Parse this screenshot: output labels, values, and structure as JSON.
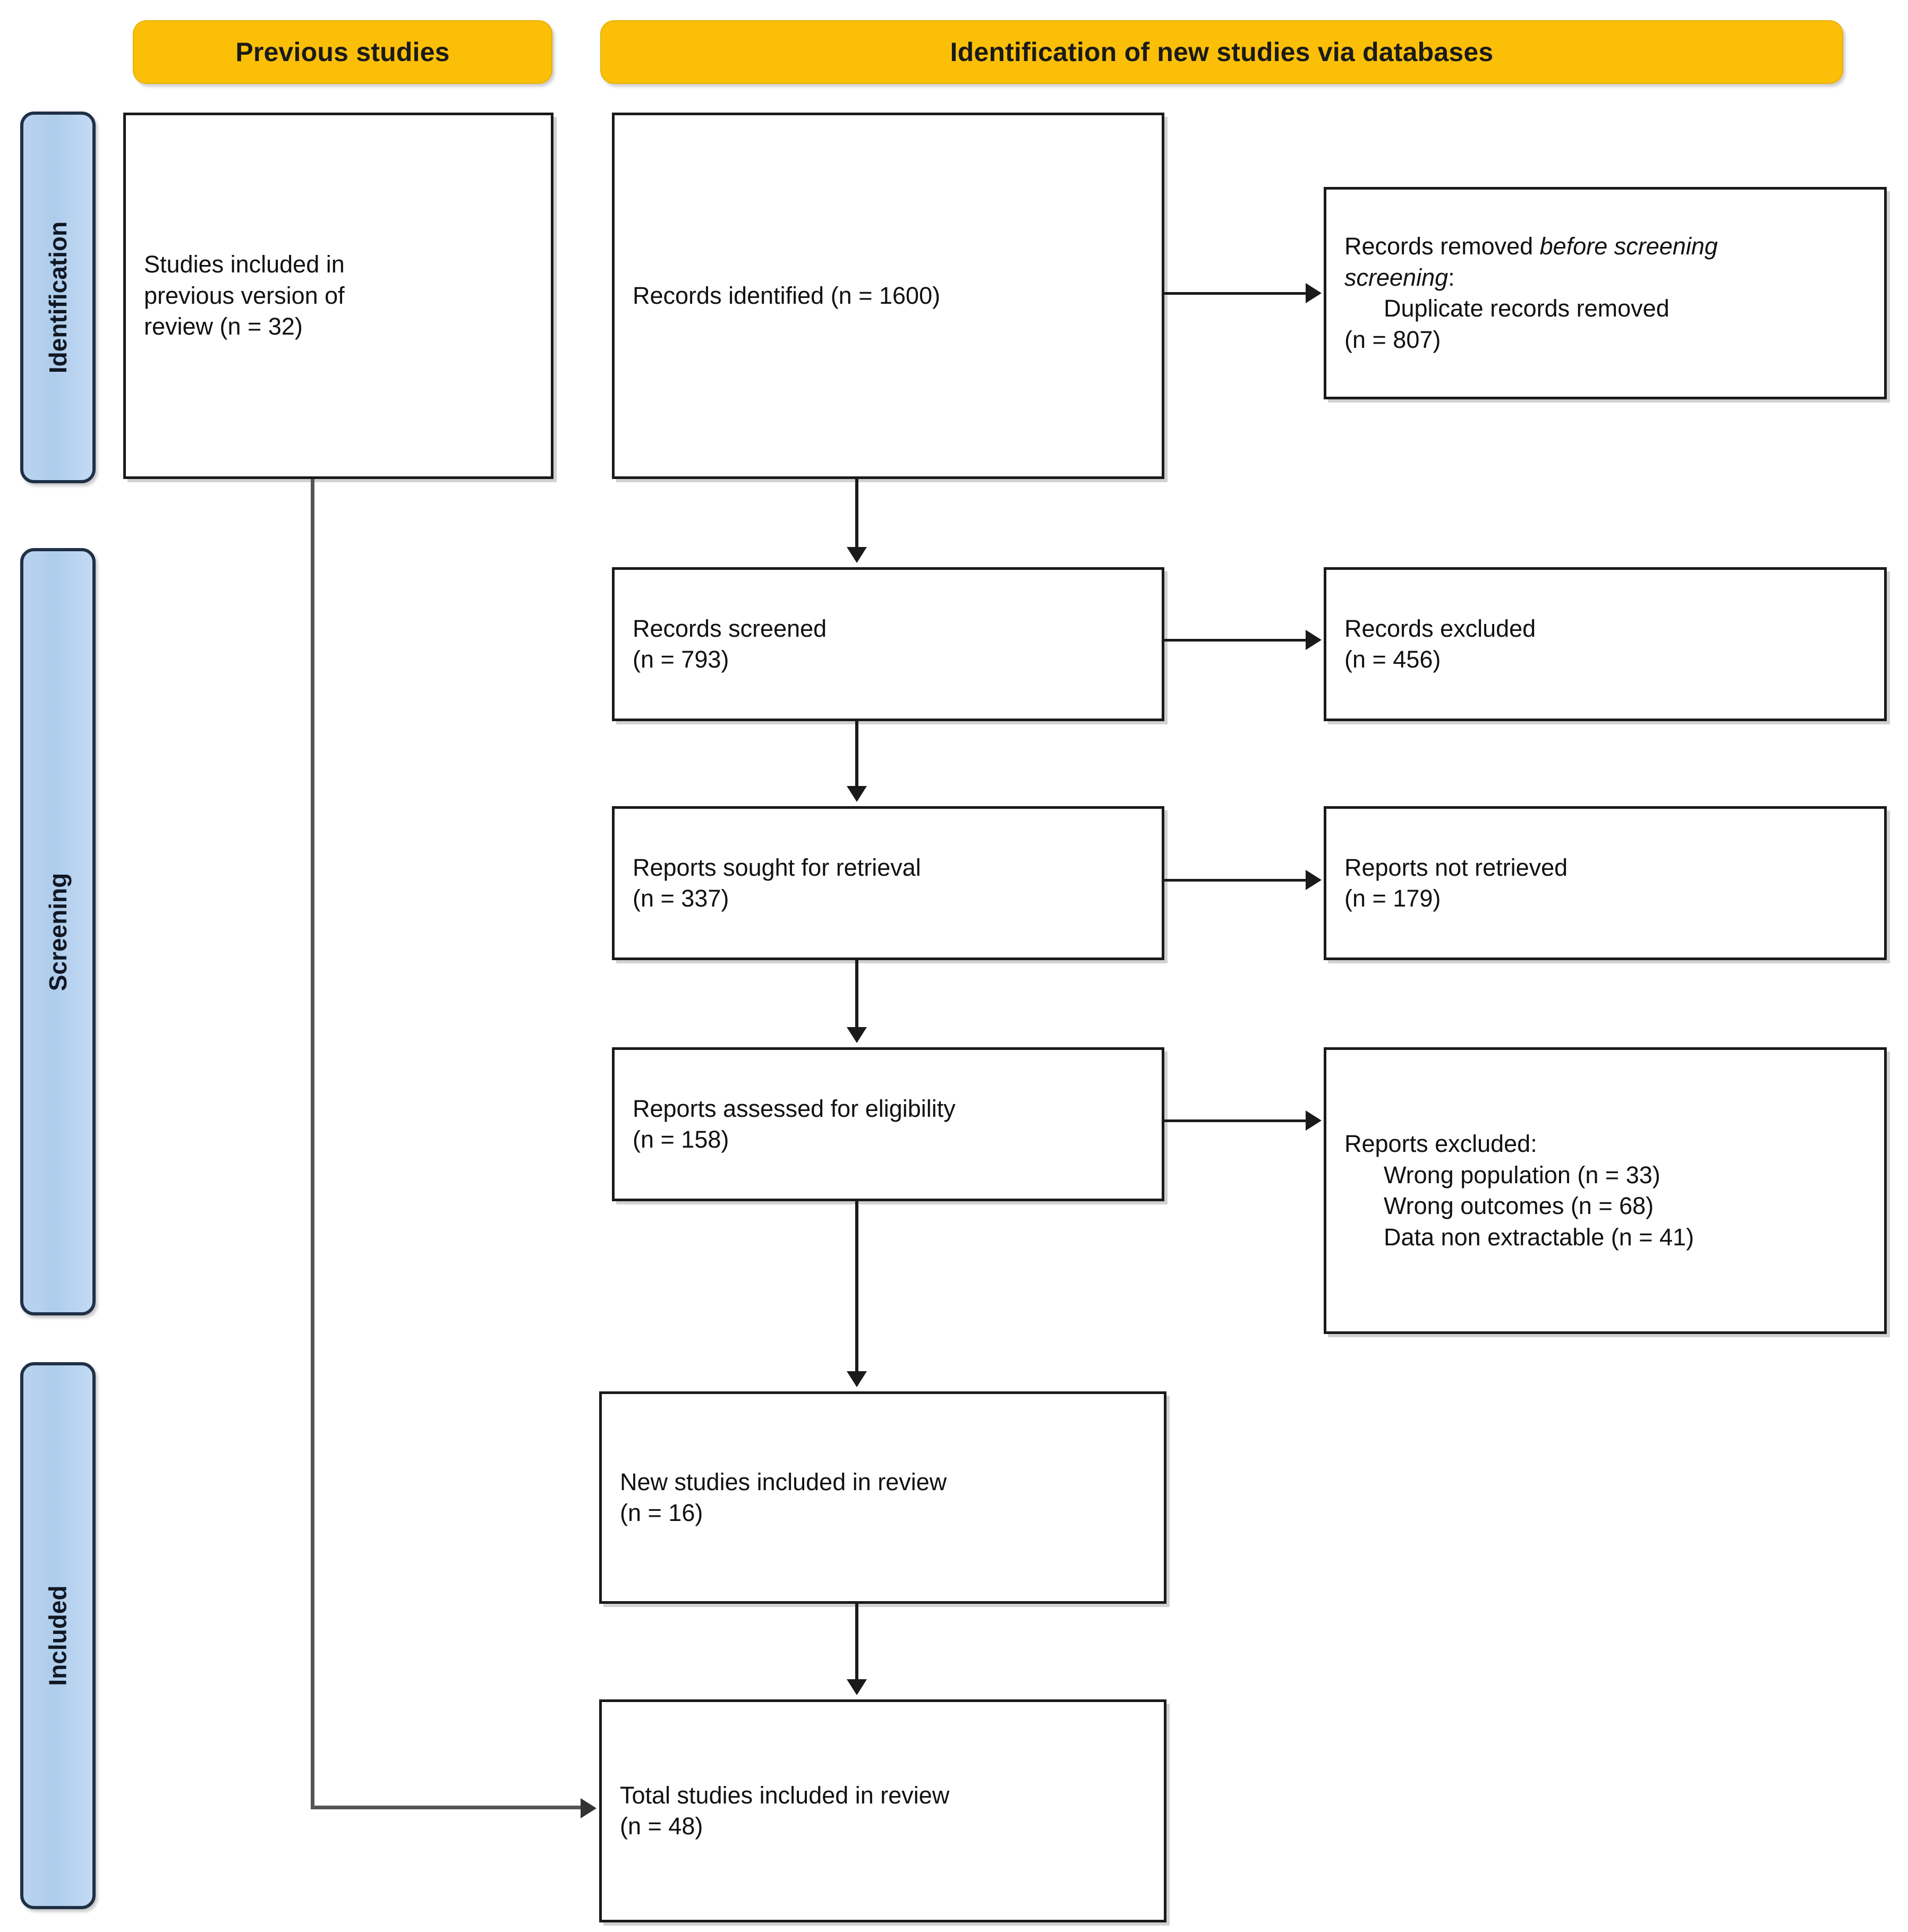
{
  "diagram": {
    "type": "PRISMA 2020 flow diagram (updated review)",
    "banners": [
      {
        "id": "previous-studies",
        "label": "Previous studies"
      },
      {
        "id": "identification-new",
        "label": "Identification of new studies via databases"
      }
    ],
    "stage_labels": [
      {
        "id": "identification",
        "label": "Identification"
      },
      {
        "id": "screening",
        "label": "Screening"
      },
      {
        "id": "included",
        "label": "Included"
      }
    ],
    "boxes": [
      {
        "id": "previous-version",
        "lines": [
          "Studies included in",
          "previous version of",
          "review (n = 32)"
        ],
        "count": 32
      },
      {
        "id": "records-identified",
        "lines": [
          "Records identified (n = 1600)"
        ],
        "count": 1600
      },
      {
        "id": "records-removed-before-screening",
        "title": "Records removed ",
        "title_italic": "before screening",
        "title_tail": ":",
        "lines": [
          "Duplicate records removed",
          "(n = 807)"
        ],
        "count": 807
      },
      {
        "id": "records-screened",
        "lines": [
          "Records screened",
          "(n = 793)"
        ],
        "count": 793
      },
      {
        "id": "records-excluded",
        "lines": [
          "Records excluded",
          "(n = 456)"
        ],
        "count": 456
      },
      {
        "id": "reports-sought",
        "lines": [
          "Reports sought for retrieval",
          "(n = 337)"
        ],
        "count": 337
      },
      {
        "id": "reports-not-retrieved",
        "lines": [
          "Reports not retrieved",
          "(n = 179)"
        ],
        "count": 179
      },
      {
        "id": "reports-assessed",
        "lines": [
          "Reports assessed for eligibility",
          "(n = 158)"
        ],
        "count": 158
      },
      {
        "id": "reports-excluded",
        "lines": [
          "Reports excluded:",
          "Wrong population (n = 33)",
          "Wrong outcomes (n = 68)",
          "Data non extractable (n = 41)"
        ],
        "counts": {
          "wrong_population": 33,
          "wrong_outcomes": 68,
          "data_non_extractable": 41
        }
      },
      {
        "id": "new-studies-included",
        "lines": [
          "New studies included in review",
          "(n = 16)"
        ],
        "count": 16
      },
      {
        "id": "total-studies-included",
        "lines": [
          "Total studies included in review",
          "(n = 48)"
        ],
        "count": 48
      }
    ],
    "colors": {
      "banner_fill": "#fbbf08",
      "banner_border": "#e8b007",
      "side_label_fill": "#b3cfec",
      "side_label_border": "#1f3046",
      "box_border": "#1a1a1a",
      "connector": "#1a1a1a",
      "page_background": "#ffffff"
    }
  }
}
